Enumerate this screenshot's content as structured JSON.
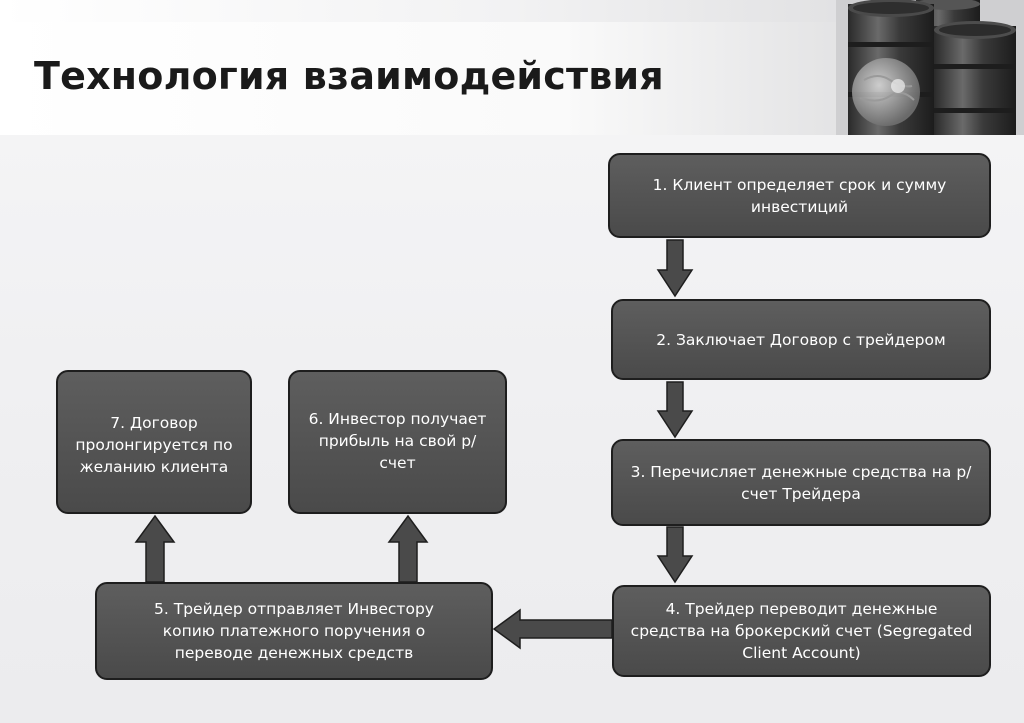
{
  "slide": {
    "title": "Технология взаимодействия"
  },
  "colors": {
    "box_fill": "#555555",
    "box_border": "#1e1e1e",
    "arrow_fill": "#4a4a4a",
    "text": "#ffffff"
  },
  "steps": [
    {
      "id": 1,
      "text": "1. Клиент определяет срок и сумму инвестиций"
    },
    {
      "id": 2,
      "text": "2. Заключает Договор с трейдером"
    },
    {
      "id": 3,
      "text": "3. Перечисляет денежные средства на р/счет Трейдера"
    },
    {
      "id": 4,
      "text": "4.  Трейдер переводит денежные средства на брокерский счет (Segregated Client Account)"
    },
    {
      "id": 5,
      "text": "5. Трейдер отправляет Инвестору копию платежного поручения о переводе денежных средств"
    },
    {
      "id": 6,
      "text": "6. Инвестор получает прибыль на свой р/счет"
    },
    {
      "id": 7,
      "text": "7. Договор пролонгируется по желанию клиента"
    }
  ],
  "flow": [
    {
      "from": 1,
      "to": 2,
      "direction": "down"
    },
    {
      "from": 2,
      "to": 3,
      "direction": "down"
    },
    {
      "from": 3,
      "to": 4,
      "direction": "down"
    },
    {
      "from": 4,
      "to": 5,
      "direction": "left"
    },
    {
      "from": 5,
      "to": 6,
      "direction": "up"
    },
    {
      "from": 5,
      "to": 7,
      "direction": "up"
    }
  ],
  "decor": {
    "image_icon": "oil-barrels-icon"
  }
}
